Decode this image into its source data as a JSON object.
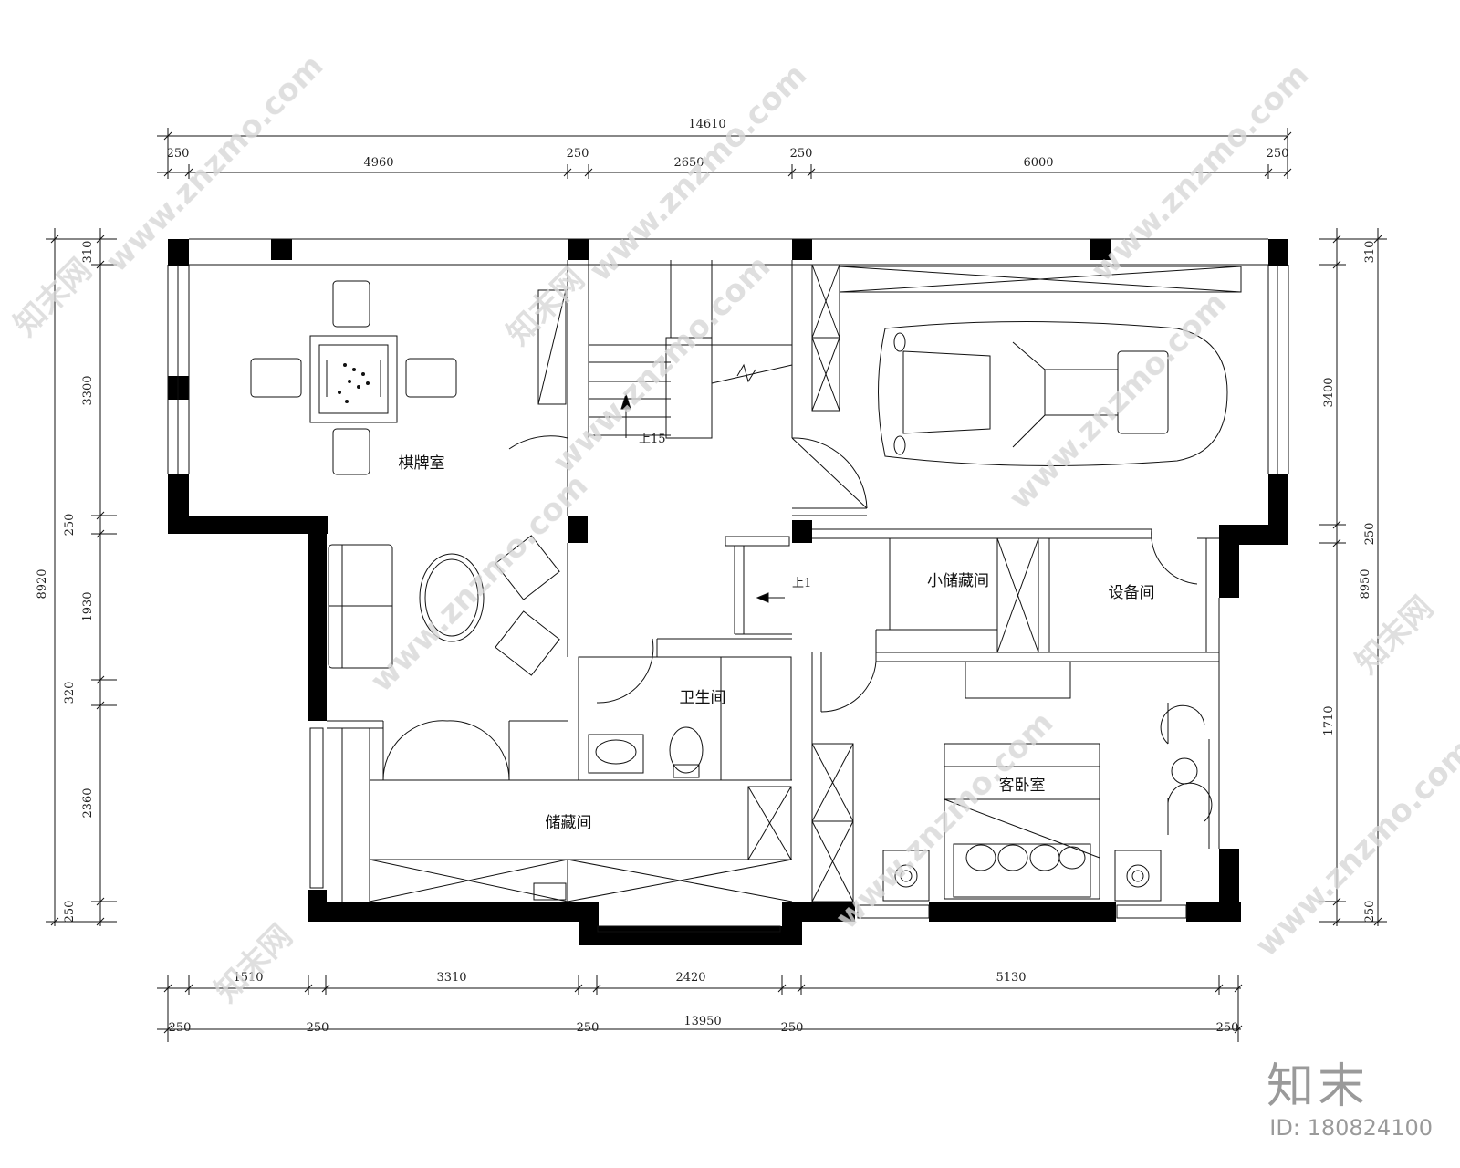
{
  "rooms": {
    "chess_room": "棋牌室",
    "storage_small": "小储藏间",
    "equipment": "设备间",
    "bathroom": "卫生间",
    "guest_bedroom": "客卧室",
    "storage": "储藏间"
  },
  "stair_label": "上15",
  "stair_label_2": "上1",
  "dims_top": {
    "total": "14610",
    "segments": [
      "250",
      "4960",
      "250",
      "2650",
      "250",
      "6000",
      "250"
    ]
  },
  "dims_bottom": {
    "total": "13950",
    "row1": [
      "1510",
      "3310",
      "2420",
      "5130"
    ],
    "row2": [
      "250",
      "250",
      "250",
      "250",
      "250"
    ]
  },
  "dims_left": {
    "total": "8920",
    "segments": [
      "310",
      "3300",
      "250",
      "1930",
      "320",
      "2360",
      "250"
    ]
  },
  "dims_right": {
    "total": "8950",
    "segments": [
      "310",
      "3400",
      "250",
      "1710",
      "250"
    ]
  },
  "watermark": "www.znzmo.com",
  "watermark_cn": "知末网",
  "brand": {
    "logo": "知末",
    "id": "ID: 180824100"
  }
}
